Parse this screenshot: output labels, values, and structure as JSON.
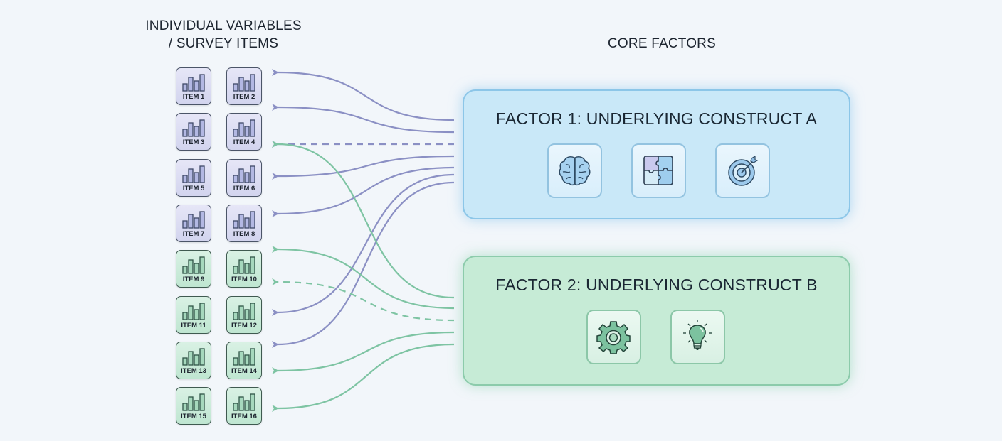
{
  "headings": {
    "items_line1": "INDIVIDUAL VARIABLES",
    "items_line2": "/ SURVEY ITEMS",
    "factors": "CORE FACTORS"
  },
  "items": [
    {
      "label": "ITEM 1",
      "group": "factor1"
    },
    {
      "label": "ITEM 2",
      "group": "factor1"
    },
    {
      "label": "ITEM 3",
      "group": "factor1"
    },
    {
      "label": "ITEM 4",
      "group": "factor1"
    },
    {
      "label": "ITEM 5",
      "group": "factor1"
    },
    {
      "label": "ITEM 6",
      "group": "factor1"
    },
    {
      "label": "ITEM 7",
      "group": "factor1"
    },
    {
      "label": "ITEM 8",
      "group": "factor1"
    },
    {
      "label": "ITEM 9",
      "group": "factor2"
    },
    {
      "label": "ITEM 10",
      "group": "factor2"
    },
    {
      "label": "ITEM 11",
      "group": "factor2"
    },
    {
      "label": "ITEM 12",
      "group": "factor2"
    },
    {
      "label": "ITEM 13",
      "group": "factor2"
    },
    {
      "label": "ITEM 14",
      "group": "factor2"
    },
    {
      "label": "ITEM 15",
      "group": "factor2"
    },
    {
      "label": "ITEM 16",
      "group": "factor2"
    }
  ],
  "factors": [
    {
      "title": "FACTOR 1: UNDERLYING CONSTRUCT A",
      "icons": [
        "brain-icon",
        "puzzle-icon",
        "target-icon"
      ],
      "color": "#8b90c4"
    },
    {
      "title": "FACTOR 2: UNDERLYING CONSTRUCT B",
      "icons": [
        "gear-icon",
        "lightbulb-icon"
      ],
      "color": "#7ec4a3"
    }
  ],
  "colors": {
    "factor1_line": "#8b90c4",
    "factor2_line": "#7ec4a3",
    "factor1_fill": "#c9e8f8",
    "factor2_fill": "#c6ebd6"
  }
}
